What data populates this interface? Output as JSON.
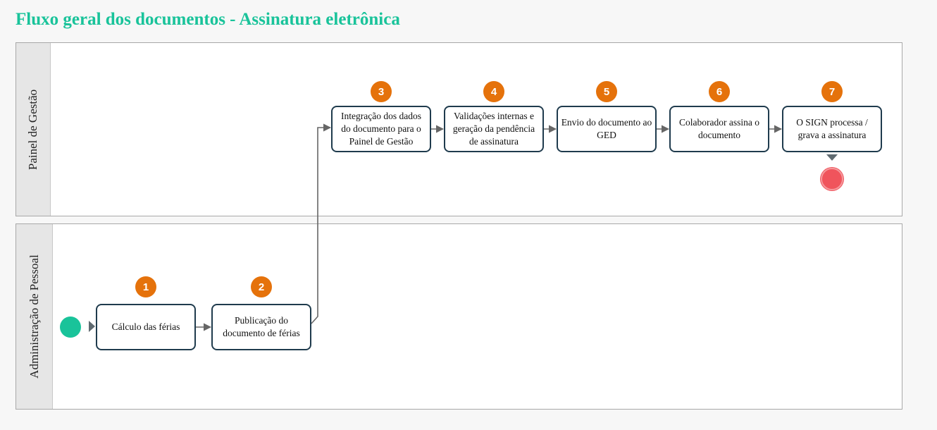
{
  "title": "Fluxo geral dos documentos - Assinatura eletrônica",
  "lanes": {
    "painel": "Painel de Gestão",
    "admin": "Administração de Pessoal"
  },
  "tasks": [
    {
      "number": "1",
      "label": "Cálculo das férias"
    },
    {
      "number": "2",
      "label": "Publicação do documento de férias"
    },
    {
      "number": "3",
      "label": "Integração dos dados do documento para o Painel de Gestão"
    },
    {
      "number": "4",
      "label": "Validações internas e geração da pendência de assinatura"
    },
    {
      "number": "5",
      "label": "Envio do documento ao GED"
    },
    {
      "number": "6",
      "label": "Colaborador assina o documento"
    },
    {
      "number": "7",
      "label": "O SIGN processa / grava a assinatura"
    }
  ],
  "colors": {
    "title": "#19c39a",
    "badge": "#e5720b",
    "start_event": "#19c39a",
    "end_event": "#f0545c",
    "task_border": "#1f3b4d",
    "flow": "#666666"
  }
}
